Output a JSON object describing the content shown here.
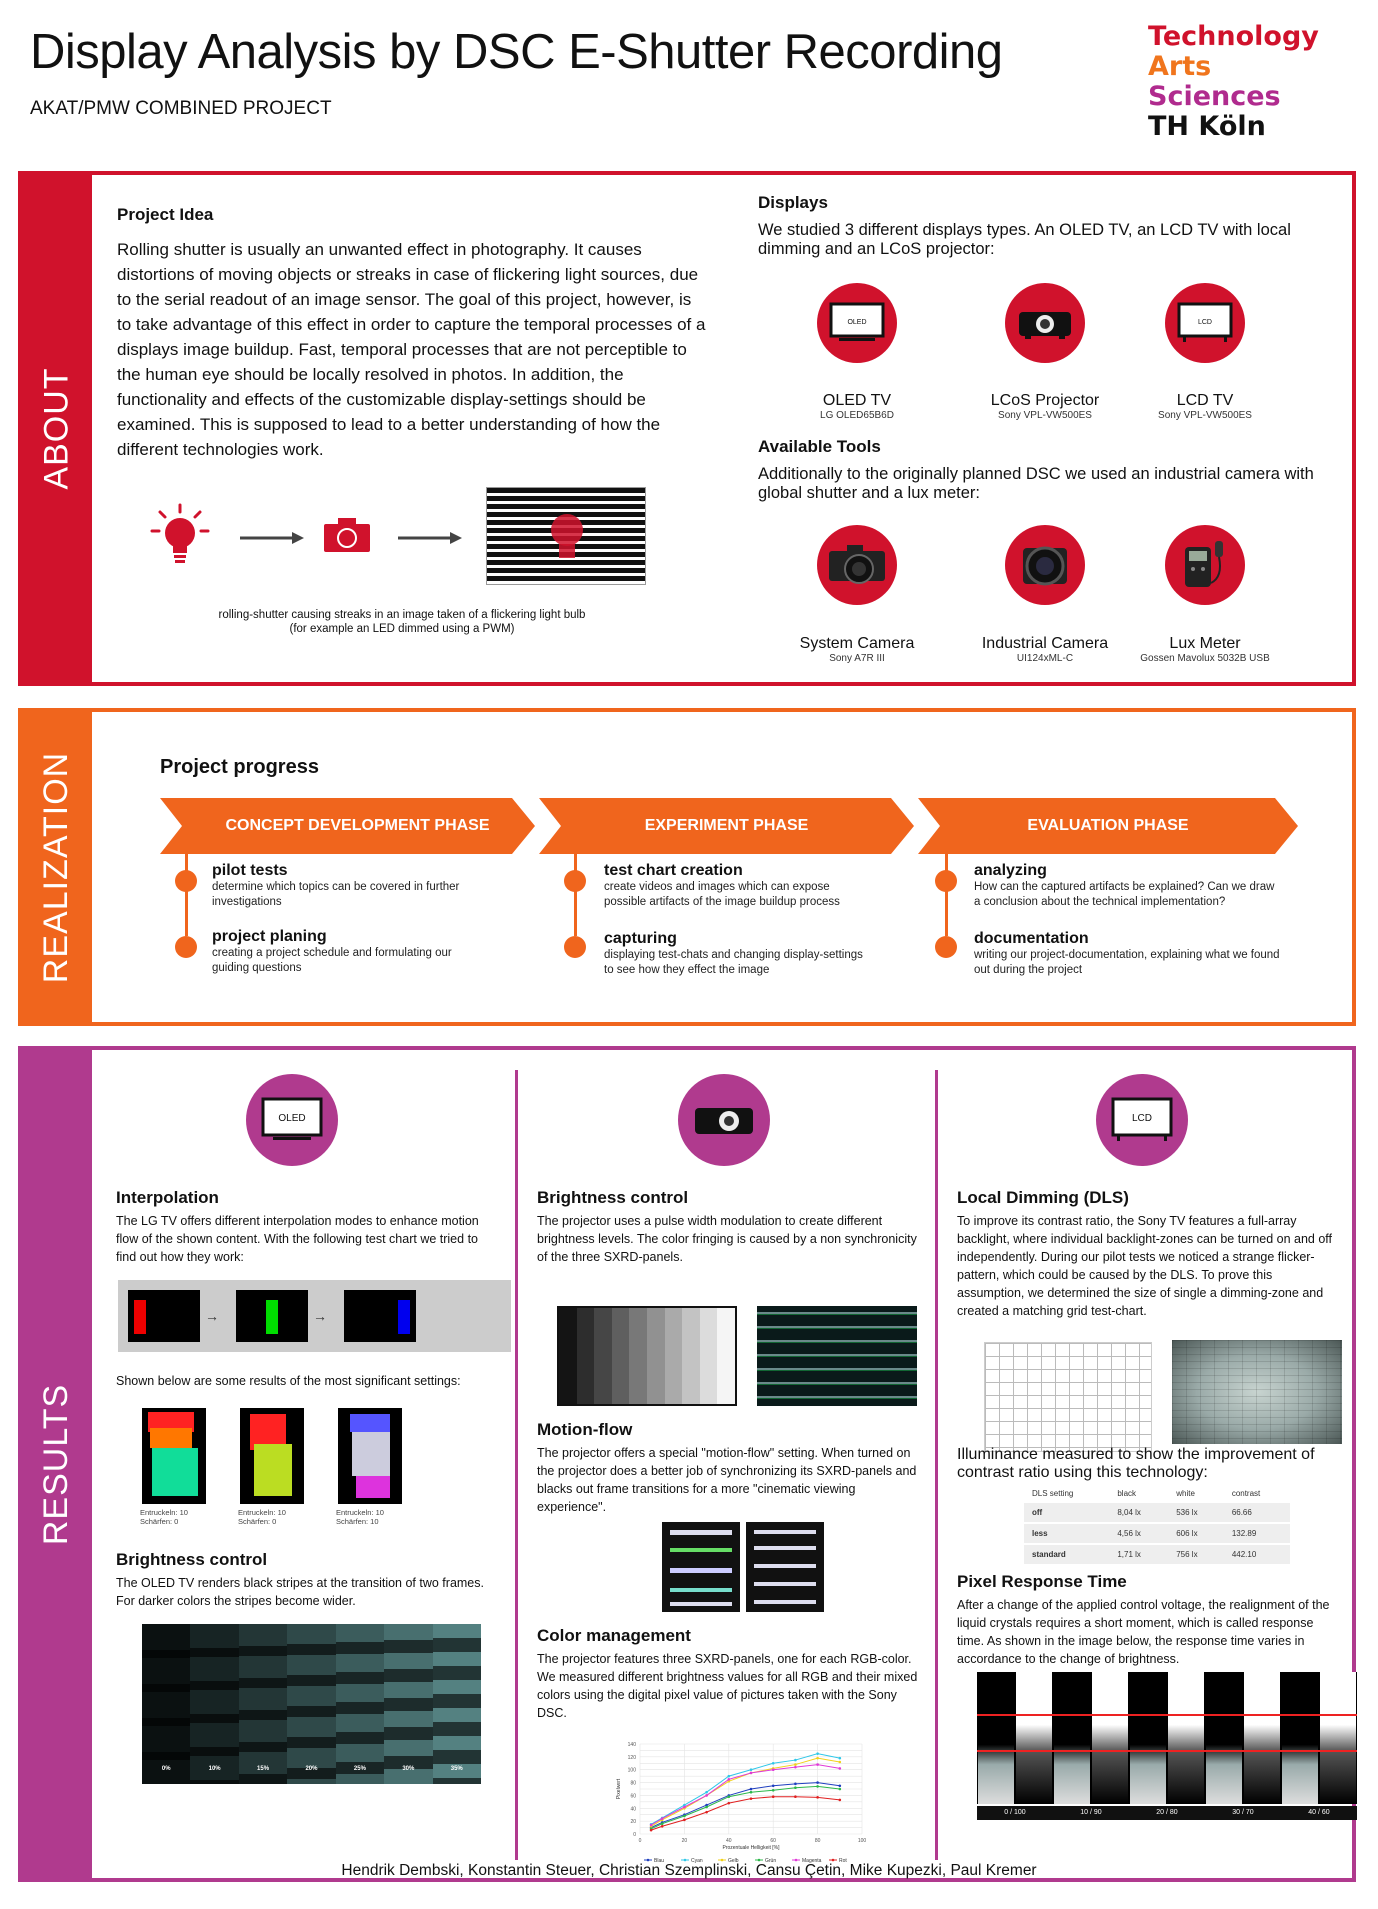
{
  "header": {
    "title": "Display Analysis by DSC E-Shutter Recording",
    "subtitle": "AKAT/PMW COMBINED PROJECT",
    "logo": {
      "line1": "Technology",
      "line2a": "Arts ",
      "line2b": "Sciences",
      "line3": "TH Köln"
    }
  },
  "about": {
    "side_label": "ABOUT",
    "project_idea": {
      "heading": "Project Idea",
      "text": "Rolling shutter is usually an unwanted effect in photography. It causes distortions of moving objects or streaks in case of flickering light sources, due to the serial readout of an image sensor. The goal of this project, however, is to take advantage of this effect in order to capture the temporal processes of a displays image buildup. Fast, temporal processes that are not perceptible to the human eye should be locally resolved in photos. In addition, the functionality and effects of the customizable display-settings should be examined. This is supposed to lead to a better understanding of how the different technologies work.",
      "caption_line1": "rolling-shutter causing streaks in an image taken of a flickering light bulb",
      "caption_line2": "(for example an LED dimmed using a PWM)"
    },
    "displays": {
      "heading": "Displays",
      "text": "We studied 3 different displays types. An OLED TV, an LCD TV with local dimming and an LCoS projector:",
      "items": [
        {
          "screen_label": "OLED",
          "name": "OLED TV",
          "model": "LG OLED65B6D"
        },
        {
          "name": "LCoS Projector",
          "model": "Sony VPL-VW500ES"
        },
        {
          "screen_label": "LCD",
          "name": "LCD TV",
          "model": "Sony VPL-VW500ES"
        }
      ]
    },
    "tools": {
      "heading": "Available Tools",
      "text": "Additionally to the originally planned DSC we used an industrial camera with global shutter and a lux meter:",
      "items": [
        {
          "name": "System Camera",
          "model": "Sony A7R III"
        },
        {
          "name": "Industrial Camera",
          "model": "UI124xML-C"
        },
        {
          "name": "Lux Meter",
          "model": "Gossen Mavolux 5032B USB"
        }
      ]
    }
  },
  "realization": {
    "side_label": "REALIZATION",
    "heading": "Project progress",
    "phases": [
      {
        "label": "CONCEPT DEVELOPMENT PHASE",
        "tasks": [
          {
            "title": "pilot tests",
            "text": "determine which topics can be covered in further investigations"
          },
          {
            "title": "project planing",
            "text": "creating a project schedule and formulating our guiding questions"
          }
        ]
      },
      {
        "label": "EXPERIMENT PHASE",
        "tasks": [
          {
            "title": "test chart creation",
            "text": "create videos and images which can  expose possible artifacts of the image buildup process"
          },
          {
            "title": "capturing",
            "text": "displaying test-chats and changing display-settings to see how they effect the image"
          }
        ]
      },
      {
        "label": "EVALUATION PHASE",
        "tasks": [
          {
            "title": "analyzing",
            "text": "How can the captured artifacts be explained? Can we draw a conclusion about the  technical implementation?"
          },
          {
            "title": "documentation",
            "text": "writing our project-documentation, explaining what we found out during the project"
          }
        ]
      }
    ]
  },
  "results": {
    "side_label": "RESULTS",
    "oled": {
      "icon_label": "OLED",
      "interp_heading": "Interpolation",
      "interp_text": "The LG TV offers different interpolation modes to enhance motion flow of the shown content. With the following test chart we tried to find out how they work:",
      "shown_below": "Shown below are some results of the most significant settings:",
      "settings": [
        {
          "line1": "Entruckeln: 10",
          "line2": "Schärfen: 0"
        },
        {
          "line1": "Entruckeln: 10",
          "line2": "Schärfen: 0"
        },
        {
          "line1": "Entruckeln: 10",
          "line2": "Schärfen: 10"
        }
      ],
      "bright_heading": "Brightness control",
      "bright_text": "The OLED TV renders black stripes at the transition of two frames. For darker colors the stripes become wider.",
      "bright_labels": [
        "0%",
        "10%",
        "15%",
        "20%",
        "25%",
        "30%",
        "35%"
      ]
    },
    "lcos": {
      "bright_heading": "Brightness control",
      "bright_text": "The projector uses a pulse width modulation to create different brightness levels. The color fringing is caused by a non synchronicity of the three SXRD-panels.",
      "motion_heading": "Motion-flow",
      "motion_text": "The projector offers a special \"motion-flow\" setting. When turned on the projector does a better job of synchronizing its SXRD-panels and  blacks out frame transitions for a more \"cinematic viewing experience\".",
      "color_heading": "Color management",
      "color_text": "The projector features three SXRD-panels, one for each RGB-color. We measured different brightness values for all RGB and their mixed colors using the digital pixel value of pictures taken with the Sony DSC."
    },
    "lcd": {
      "icon_label": "LCD",
      "dls_heading": "Local Dimming (DLS)",
      "dls_text": "To improve its contrast ratio, the Sony TV features a full-array backlight, where individual backlight-zones can be turned on and off independently. During our pilot tests we noticed a strange flicker-pattern, which could be caused by the DLS. To prove this assumption, we determined the size of single a dimming-zone and created a matching grid test-chart.",
      "lux_text": "Illuminance measured to show the improvement of contrast ratio using this technology:",
      "table": {
        "headers": [
          "DLS setting",
          "black",
          "white",
          "contrast"
        ],
        "rows": [
          [
            "off",
            "8,04 lx",
            "536 lx",
            "66.66"
          ],
          [
            "less",
            "4,56 lx",
            "606 lx",
            "132.89"
          ],
          [
            "standard",
            "1,71 lx",
            "756 lx",
            "442.10"
          ]
        ]
      },
      "prt_heading": "Pixel Response Time",
      "prt_text": "After a change of the applied control voltage, the realignment of the liquid crystals requires a short moment, which is called response time. As shown in the image below, the response time varies in accordance to the change of brightness.",
      "prt_labels": [
        "0 / 100",
        "10 / 90",
        "20 / 80",
        "30 / 70",
        "40 / 60"
      ]
    }
  },
  "chart_data": {
    "type": "line",
    "xlabel": "Prozentuale Helligkeit [%]",
    "ylabel": "Pixelwert",
    "xlim": [
      0,
      100
    ],
    "ylim": [
      0,
      140
    ],
    "xticks": [
      0,
      20,
      40,
      60,
      80,
      100
    ],
    "yticks": [
      0,
      10,
      20,
      30,
      40,
      50,
      60,
      70,
      80,
      90,
      100,
      110,
      120,
      130,
      140
    ],
    "x": [
      5,
      10,
      20,
      30,
      40,
      50,
      60,
      70,
      80,
      90
    ],
    "series": [
      {
        "name": "Blau",
        "color": "#1f3fbf",
        "values": [
          10,
          18,
          30,
          45,
          60,
          70,
          75,
          78,
          80,
          75
        ]
      },
      {
        "name": "Cyan",
        "color": "#2fc7e8",
        "values": [
          15,
          25,
          45,
          65,
          90,
          100,
          110,
          115,
          125,
          118
        ]
      },
      {
        "name": "Gelb",
        "color": "#f2d21b",
        "values": [
          12,
          22,
          40,
          60,
          82,
          95,
          102,
          108,
          118,
          112
        ]
      },
      {
        "name": "Grün",
        "color": "#2cb84a",
        "values": [
          8,
          16,
          28,
          42,
          58,
          65,
          68,
          72,
          74,
          70
        ]
      },
      {
        "name": "Magenta",
        "color": "#e03ad8",
        "values": [
          14,
          24,
          42,
          60,
          85,
          95,
          100,
          104,
          108,
          102
        ]
      },
      {
        "name": "Rot",
        "color": "#e02020",
        "values": [
          6,
          12,
          22,
          34,
          48,
          55,
          58,
          58,
          57,
          53
        ]
      }
    ]
  },
  "footer": {
    "authors": "Hendrik Dembski, Konstantin Steuer, Christian Szemplinski, Cansu Çetin, Mike Kupezki, Paul Kremer"
  }
}
